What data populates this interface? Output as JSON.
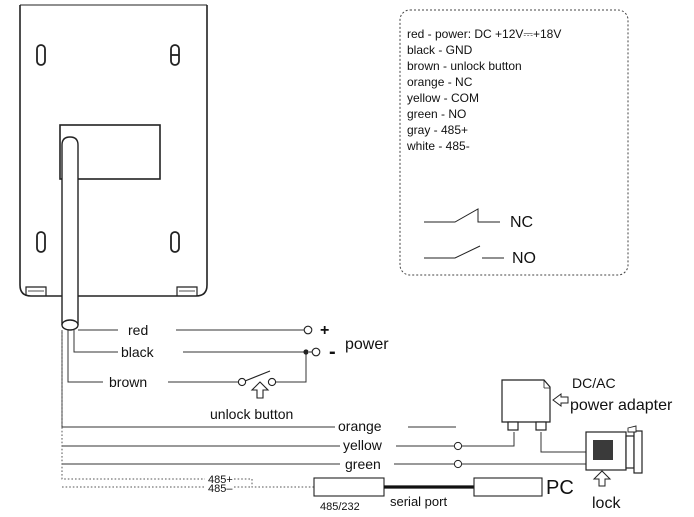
{
  "legend": [
    "red - power: DC +12V⎓+18V",
    "black - GND",
    "brown - unlock button",
    "orange - NC",
    "yellow - COM",
    "green - NO",
    "gray - 485+",
    "white - 485-"
  ],
  "switch_legend": {
    "nc": "NC",
    "no": "NO"
  },
  "wires": {
    "red": "red",
    "black": "black",
    "brown": "brown",
    "orange": "orange",
    "yellow": "yellow",
    "green": "green",
    "rs485_plus": "485+",
    "rs485_minus": "485–"
  },
  "terminals": {
    "plus": "+",
    "minus": "-"
  },
  "labels": {
    "power": "power",
    "unlock_button": "unlock button",
    "dc_ac": "DC/AC",
    "power_adapter": "power adapter",
    "lock": "lock",
    "serial_port": "serial port",
    "converter": "485/232",
    "pc": "PC"
  }
}
